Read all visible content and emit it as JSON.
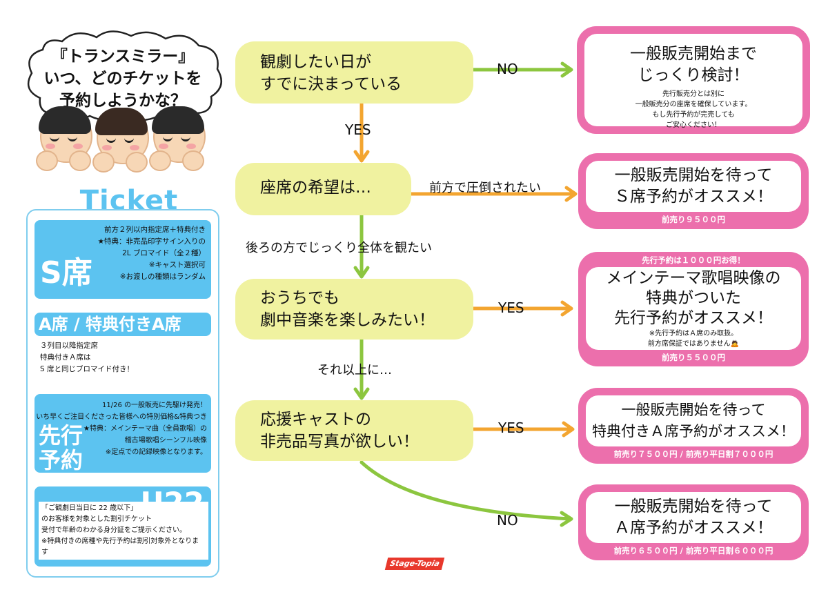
{
  "bubble": {
    "title_lines": [
      "『トランスミラー』",
      "いつ、どのチケットを",
      "予約しようかな？"
    ]
  },
  "ticket": {
    "heading": "Ticket",
    "s": {
      "big": "S席",
      "lines": [
        "前方２列以内指定席＋特典付き",
        "★特典：非売品印字サイン入りの",
        "2L ブロマイド（全２種）",
        "※キャスト選択可",
        "※お渡しの種類はランダム"
      ]
    },
    "a": {
      "big": "A席 / 特典付きA席",
      "lines": [
        "３列目以降指定席",
        "特典付きＡ席は",
        "S 席と同じブロマイド付き！"
      ]
    },
    "pre": {
      "big": [
        "先行",
        "予約"
      ],
      "lines": [
        "11/26 の一般販売に先駆け発売！",
        "いち早くご注目くださった皆様への特別価格&特典つき",
        "★特典：メインテーマ曲（全員歌唱）の",
        "稽古場歌唱シーンフル映像",
        "※定点での記録映像となります。"
      ]
    },
    "u22": {
      "big": "U22",
      "lines": [
        "「ご観劇日当日に 22 歳以下」",
        "のお客様を対象とした割引チケット",
        "受付で年齢のわかる身分証をご提示ください。",
        "※特典付きの席種や先行予約は割引対象外となります"
      ]
    }
  },
  "flow": {
    "q1": [
      "観劇したい日が",
      "すでに決まっている"
    ],
    "q2": [
      "座席の希望は…"
    ],
    "q3": [
      "おうちでも",
      "劇中音楽を楽しみたい！"
    ],
    "q4": [
      "応援キャストの",
      "非売品写真が欲しい！"
    ],
    "labels": {
      "q1_no": "NO",
      "q1_yes": "YES",
      "q2_front": "前方で圧倒されたい",
      "q2_back": "後ろの方でじっくり全体を観たい",
      "q3_yes": "YES",
      "q3_more": "それ以上に…",
      "q4_yes": "YES",
      "q4_no": "NO"
    },
    "r1": {
      "lines": [
        "一般販売開始まで",
        "じっくり検討！"
      ],
      "notes": [
        "先行販売分とは別に",
        "一般販売分の座席を確保しています。",
        "もし先行予約が完売しても",
        "ご安心ください！"
      ]
    },
    "r2": {
      "lines": [
        "一般販売開始を待って",
        "Ｓ席予約がオススメ！"
      ],
      "price": "前売り９５００円"
    },
    "r3": {
      "head": "先行予約は１０００円お得！",
      "lines": [
        "メインテーマ歌唱映像の",
        "特典がついた",
        "先行予約がオススメ！"
      ],
      "notes": [
        "※先行予約はＡ席のみ取扱。",
        "前方席保証ではありません🙇"
      ],
      "price": "前売り５５００円"
    },
    "r4": {
      "lines": [
        "一般販売開始を待って",
        "特典付きＡ席予約がオススメ！"
      ],
      "price": "前売り７５００円 / 前売り平日割７０００円"
    },
    "r5": {
      "lines": [
        "一般販売開始を待って",
        "Ａ席予約がオススメ！"
      ],
      "price": "前売り６５００円 / 前売り平日割６０００円"
    }
  },
  "logo": "Stage-Topia",
  "colors": {
    "question": "#f0f2a0",
    "result": "#ec6fac",
    "panel": "#5cc3f0",
    "arrow_green": "#8cc63f",
    "arrow_orange": "#f3a530"
  }
}
